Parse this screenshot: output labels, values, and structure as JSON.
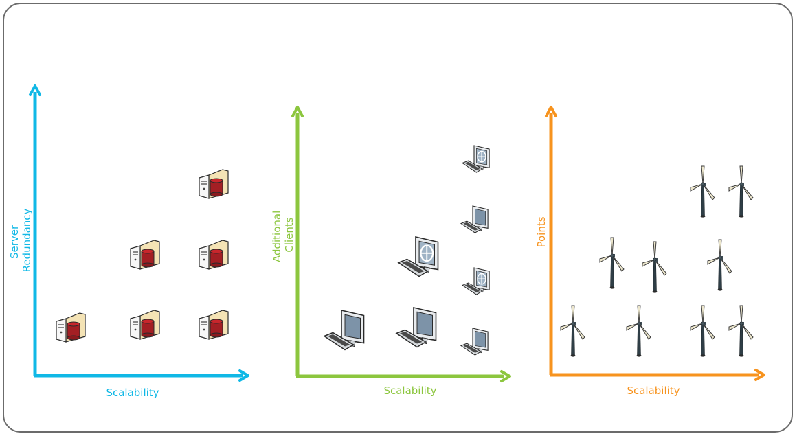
{
  "panels": [
    {
      "color": "#10b8e6",
      "y_label_lines": [
        "Server",
        "Redundancy"
      ],
      "x_label": "Scalability",
      "icon": "server-icon"
    },
    {
      "color": "#8cc63e",
      "y_label_lines": [
        "Additional",
        "Clients"
      ],
      "x_label": "Scalability",
      "icon": "computer-icon"
    },
    {
      "color": "#f7931e",
      "y_label_lines": [
        "Points"
      ],
      "x_label": "Scalability",
      "icon": "wind-turbine-icon"
    }
  ]
}
